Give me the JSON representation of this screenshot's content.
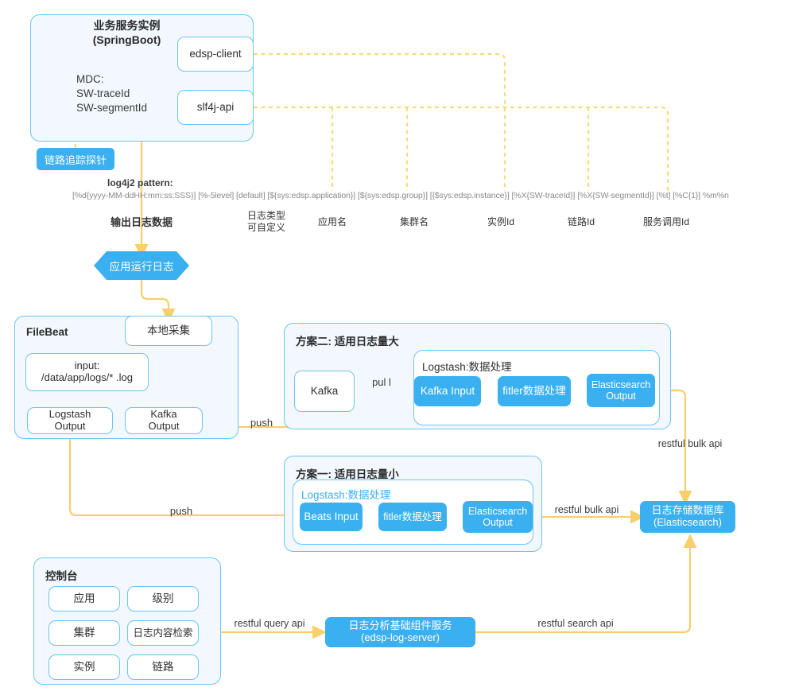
{
  "colors": {
    "accent_blue": "#3bb0f0",
    "border_blue": "#6cc4f5",
    "panel_fill": "#f2f8fe",
    "arrow_yellow": "#f7cf6b",
    "dashed_yellow": "#fbd97e",
    "text_dark": "#333333",
    "text_muted": "#8a8a8a"
  },
  "service_instance": {
    "title_line1": "业务服务实例",
    "title_line2": "(SpringBoot)",
    "mdc_label": "MDC:\nSW-traceId\nSW-segmentId",
    "mdc_line1": "MDC:",
    "mdc_line2": "SW-traceId",
    "mdc_line3": "SW-segmentId",
    "boxes": [
      {
        "label": "edsp-client"
      },
      {
        "label": "slf4j-api"
      }
    ]
  },
  "probe_badge": {
    "label": "链路追踪探针"
  },
  "pattern": {
    "title": "log4j2 pattern:",
    "text": "[%d{yyyy-MM-ddHH:mm:ss:SSS}] [%-5level] [default] [${sys:edsp.application}] [${sys:edsp.group}] [{$sys:edsp.instance}] [%X{SW-traceId}] [%X{SW-segmentId}] [%t] [%C{1}] %m%n",
    "annotations": [
      {
        "label": "输出日志数据",
        "bold": true
      },
      {
        "label": "日志类型\n可自定义",
        "line1": "日志类型",
        "line2": "可自定义"
      },
      {
        "label": "应用名"
      },
      {
        "label": "集群名"
      },
      {
        "label": "实例Id"
      },
      {
        "label": "链路Id"
      },
      {
        "label": "服务调用Id"
      }
    ]
  },
  "app_run_log": {
    "label": "应用运行日志"
  },
  "filebeat": {
    "title": "FileBeat",
    "local_collect": "本地采集",
    "input_line1": "input:",
    "input_line2": "/data/app/logs/* .log",
    "outputs": [
      {
        "line1": "Logstash",
        "line2": "Output"
      },
      {
        "line1": "Kafka",
        "line2": "Output"
      }
    ]
  },
  "plan_two": {
    "title": "方案二: 适用日志量大",
    "kafka": "Kafka",
    "pull_label": "pul l",
    "logstash_title": "Logstash:数据处理",
    "stages": [
      {
        "label": "Kafka Input"
      },
      {
        "label": "fitler数据处理"
      },
      {
        "line1": "Elasticsearch",
        "line2": "Output"
      }
    ]
  },
  "plan_one": {
    "title": "方案一: 适用日志量小",
    "logstash_title": "Logstash:数据处理",
    "stages": [
      {
        "label": "Beats Input"
      },
      {
        "label": "fitler数据处理"
      },
      {
        "line1": "Elasticsearch",
        "line2": "Output"
      }
    ]
  },
  "storage": {
    "line1": "日志存储数据库",
    "line2": "(Elasticsearch)"
  },
  "log_server": {
    "line1": "日志分析基础组件服务",
    "line2": "(edsp-log-server)"
  },
  "console": {
    "title": "控制台",
    "items": [
      {
        "label": "应用"
      },
      {
        "label": "级别"
      },
      {
        "label": "集群"
      },
      {
        "label": "日志内容检索"
      },
      {
        "label": "实例"
      },
      {
        "label": "链路"
      }
    ]
  },
  "edge_labels": {
    "push_kafka": "push",
    "push_beats": "push",
    "restful_bulk_api_top": "restful bulk api",
    "restful_bulk_api_bottom": "restful bulk api",
    "restful_query_api": "restful query api",
    "restful_search_api": "restful search api"
  }
}
